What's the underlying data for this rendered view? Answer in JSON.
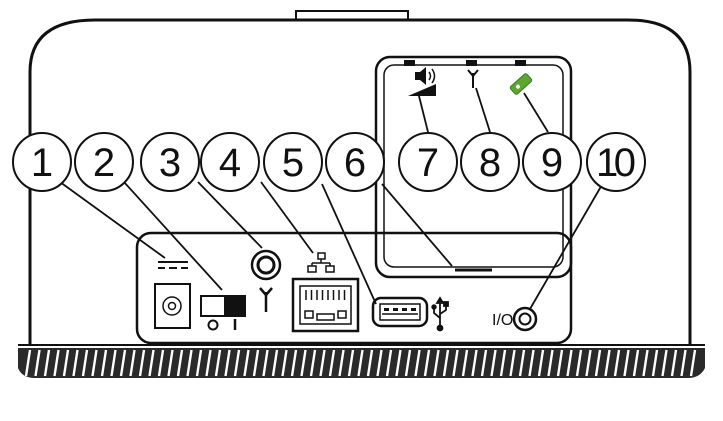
{
  "diagram": {
    "callouts": [
      {
        "number": "1",
        "target": "dc-power-input"
      },
      {
        "number": "2",
        "target": "power-switch"
      },
      {
        "number": "3",
        "target": "antenna-connector"
      },
      {
        "number": "4",
        "target": "ethernet-port"
      },
      {
        "number": "5",
        "target": "usb-port"
      },
      {
        "number": "6",
        "target": "battery-door"
      },
      {
        "number": "7",
        "target": "signal-volume-led"
      },
      {
        "number": "8",
        "target": "antenna-led"
      },
      {
        "number": "9",
        "target": "battery-led"
      },
      {
        "number": "10",
        "target": "io-button"
      }
    ],
    "io_label": "I/O",
    "colors": {
      "outline": "#111111",
      "battery_led_green": "#5aa832",
      "grille": "#222222",
      "background": "#ffffff"
    },
    "icons": [
      "dc-power-icon",
      "antenna-icon",
      "network-icon",
      "usb-icon",
      "speaker-icon",
      "signal-strength-icon",
      "battery-icon"
    ]
  }
}
